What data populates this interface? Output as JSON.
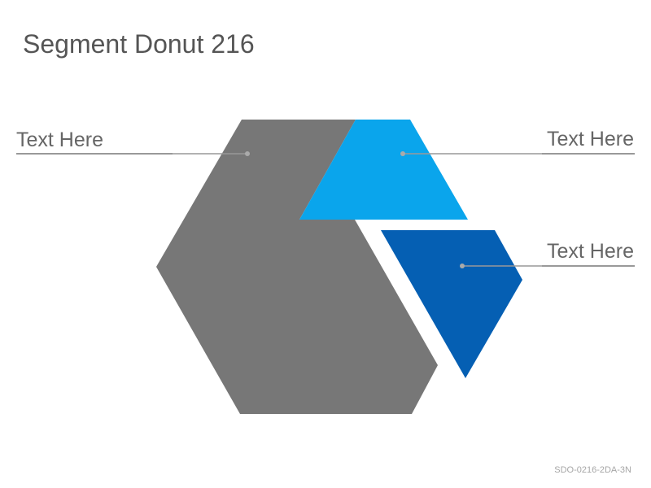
{
  "title": "Segment Donut 216",
  "labels": {
    "left": "Text Here",
    "right_top": "Text Here",
    "right_bottom": "Text Here"
  },
  "footer_code": "SDO-0216-2DA-3N",
  "colors": {
    "segment_gray": "#777777",
    "segment_light_blue": "#0aa5ec",
    "segment_dark_blue": "#055fb3",
    "leader_line": "#999999",
    "title_text": "#555555",
    "label_text": "#666666"
  }
}
